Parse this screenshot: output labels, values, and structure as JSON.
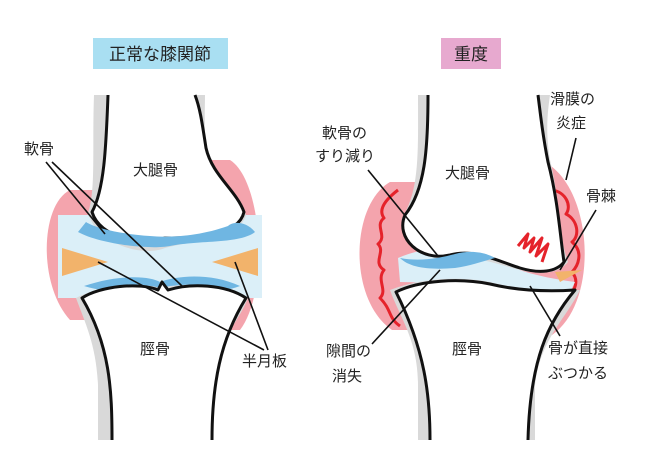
{
  "colors": {
    "bone_outline": "#111111",
    "bone_fill": "#ffffff",
    "bone_shadow": "#d9d9d9",
    "synovium_fill": "#f4a4ad",
    "synovium_inner": "#fbd9dd",
    "synovium_inflamed_line": "#e5232b",
    "cartilage": "#6fb6e2",
    "joint_space": "#dbeff8",
    "meniscus": "#f2b36b",
    "pain_mark": "#e5232b",
    "normal_title_bg": "#a9dff2",
    "severe_title_bg": "#e7a9cf"
  },
  "normal": {
    "title": "正常な膝関節",
    "labels": {
      "cartilage": "軟骨",
      "femur": "大腿骨",
      "tibia": "脛骨",
      "meniscus": "半月板"
    }
  },
  "severe": {
    "title": "重度",
    "labels": {
      "cartilage_wear_line1": "軟骨の",
      "cartilage_wear_line2": "すり減り",
      "femur": "大腿骨",
      "synovitis_line1": "滑膜の",
      "synovitis_line2": "炎症",
      "osteophyte": "骨棘",
      "space_loss_line1": "隙間の",
      "space_loss_line2": "消失",
      "tibia": "脛骨",
      "bone_contact_line1": "骨が直接",
      "bone_contact_line2": "ぶつかる"
    }
  }
}
